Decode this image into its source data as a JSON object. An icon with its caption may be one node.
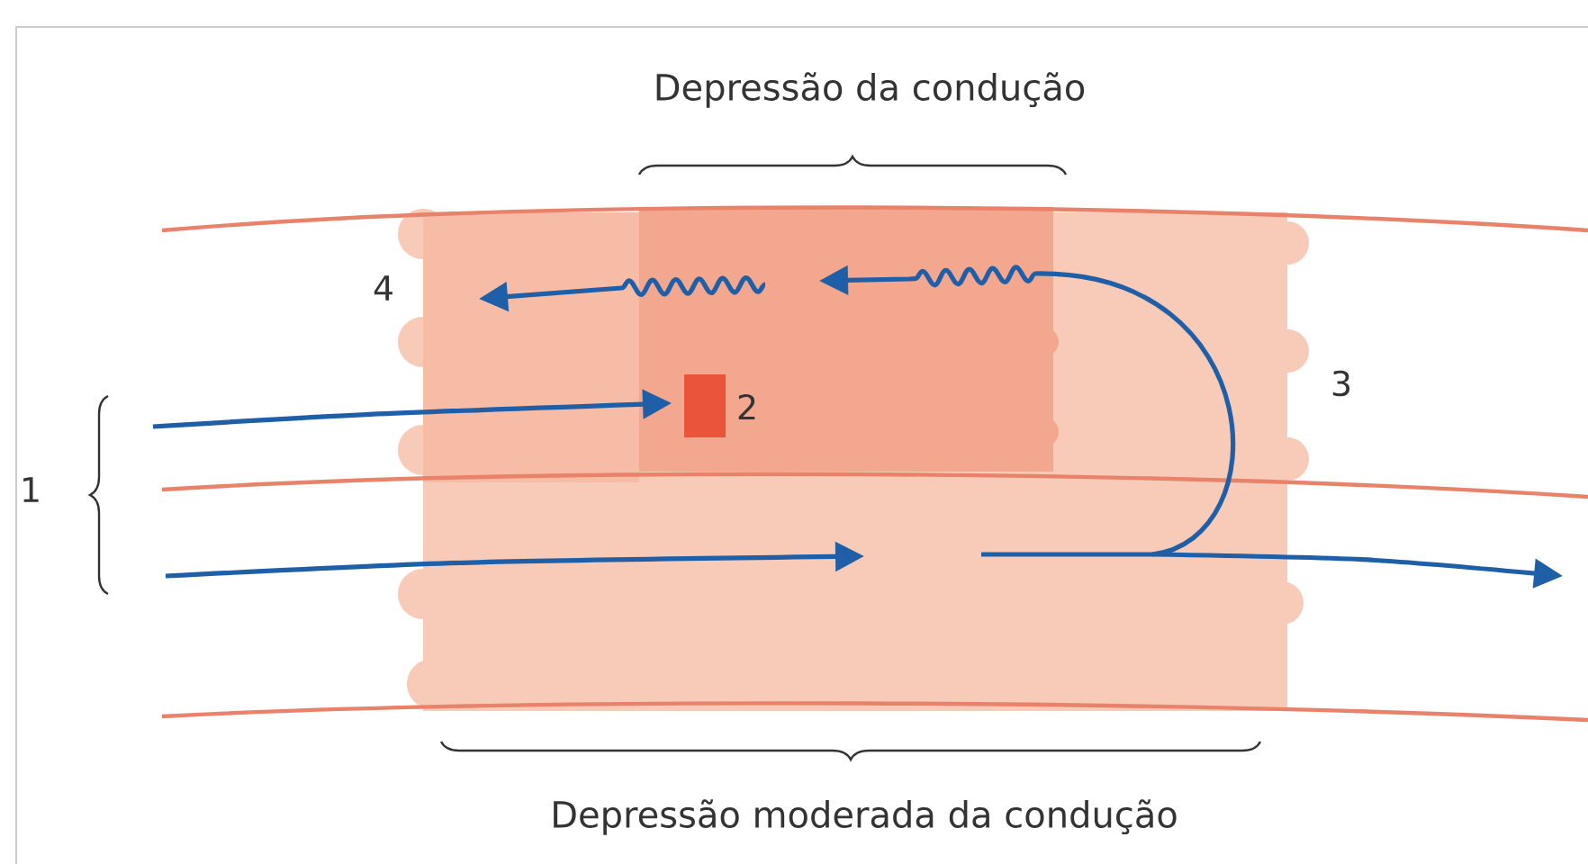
{
  "diagram": {
    "labels": [
      "Depressão da condução",
      "4",
      "2",
      "3",
      "1",
      "Depressão moderada da condução"
    ]
  }
}
